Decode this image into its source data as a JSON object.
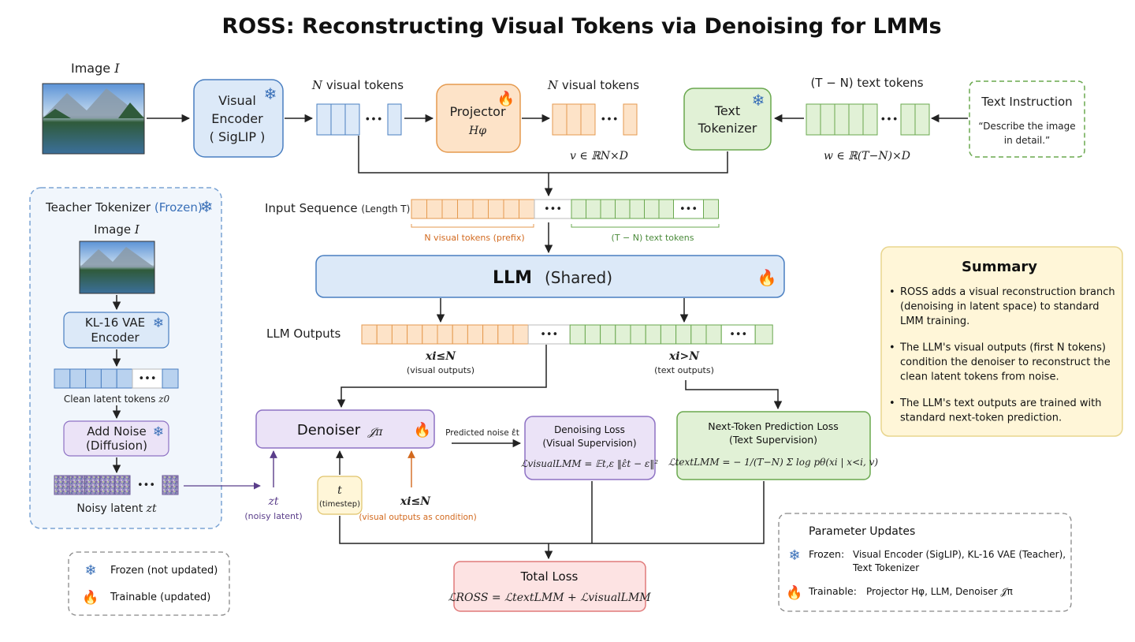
{
  "title": "ROSS: Reconstructing Visual Tokens via Denoising for LMMs",
  "top": {
    "image_label": "Image",
    "image_symbol": "I",
    "visual_encoder": [
      "Visual",
      "Encoder",
      "( SigLIP )"
    ],
    "n_visual_tokens_label": "visual tokens",
    "n_symbol": "N",
    "projector_label": "Projector",
    "projector_symbol": "Hφ",
    "v_equation": "v ∈ ℝN×D",
    "text_tokenizer": [
      "Text",
      "Tokenizer"
    ],
    "text_tokens_label": "(T − N) text tokens",
    "w_equation": "w ∈ ℝ(T−N)×D",
    "text_instruction_title": "Text Instruction",
    "text_instruction_body": [
      "“Describe the image",
      "in detail.”"
    ]
  },
  "sequence": {
    "input_label": "Input Sequence",
    "input_length": "(Length T)",
    "visual_prefix": "N visual tokens (prefix)",
    "text_part": "(T − N) text tokens",
    "ellipsis": "•••"
  },
  "llm": {
    "label": "LLM",
    "shared": "(Shared)",
    "outputs_label": "LLM Outputs",
    "x_le_n": "xi≤N",
    "visual_outputs": "(visual outputs)",
    "x_gt_n": "xi>N",
    "text_outputs": "(text outputs)"
  },
  "teacher": {
    "title": "Teacher Tokenizer",
    "frozen": "(Frozen)",
    "image_label": "Image",
    "image_symbol": "I",
    "vae": [
      "KL-16 VAE",
      "Encoder"
    ],
    "clean_latent": "Clean latent tokens",
    "clean_symbol": "z0",
    "add_noise": [
      "Add Noise",
      "(Diffusion)"
    ],
    "noisy_latent": "Noisy latent",
    "noisy_symbol": "zt"
  },
  "denoiser": {
    "label": "Denoiser",
    "symbol": "𝒥π",
    "zt": "zt",
    "zt_caption": "(noisy latent)",
    "t": "t",
    "t_caption": "(timestep)",
    "x_cond": "xi≤N",
    "x_cond_caption": "(visual outputs as condition)",
    "predicted_noise": "Predicted noise ε̂t"
  },
  "denoising_loss": {
    "title": "Denoising Loss",
    "subtitle": "(Visual Supervision)",
    "formula": "ℒvisualLMM = 𝔼t,ε ‖ε̂t − ε‖²"
  },
  "ntp_loss": {
    "title": "Next-Token Prediction Loss",
    "subtitle": "(Text Supervision)",
    "formula": "ℒtextLMM = − 1/(T−N) Σ log pθ(xi | x<i, v)"
  },
  "total_loss": {
    "title": "Total Loss",
    "formula": "ℒROSS = ℒtextLMM + ℒvisualLMM"
  },
  "summary": {
    "title": "Summary",
    "bullets": [
      [
        "ROSS adds a visual reconstruction branch",
        "(denoising in latent space) to standard",
        "LMM training."
      ],
      [
        "The LLM's visual outputs (first N tokens)",
        "condition the denoiser to reconstruct the",
        "clean latent tokens from noise."
      ],
      [
        "The LLM's text outputs are trained with",
        "standard next-token prediction."
      ]
    ]
  },
  "params": {
    "title": "Parameter Updates",
    "frozen_label": "Frozen:",
    "frozen_items": [
      "Visual Encoder (SigLIP), KL-16 VAE (Teacher),",
      "Text Tokenizer"
    ],
    "trainable_label": "Trainable:",
    "trainable_items": "Projector Hφ, LLM, Denoiser 𝒥π"
  },
  "legend": {
    "frozen": "Frozen (not updated)",
    "trainable": "Trainable (updated)"
  },
  "colors": {
    "blue_fill": "#dce9f8",
    "blue_stroke": "#4a7fc1",
    "orange_fill": "#fde3c8",
    "orange_stroke": "#e59a4f",
    "green_fill": "#e1f1d6",
    "green_stroke": "#6aa84f",
    "purple_fill": "#ebe3f7",
    "purple_stroke": "#8e72c4",
    "yellow_fill": "#fff6d8",
    "pink_fill": "#fde3e3",
    "pink_stroke": "#e07a7a"
  }
}
